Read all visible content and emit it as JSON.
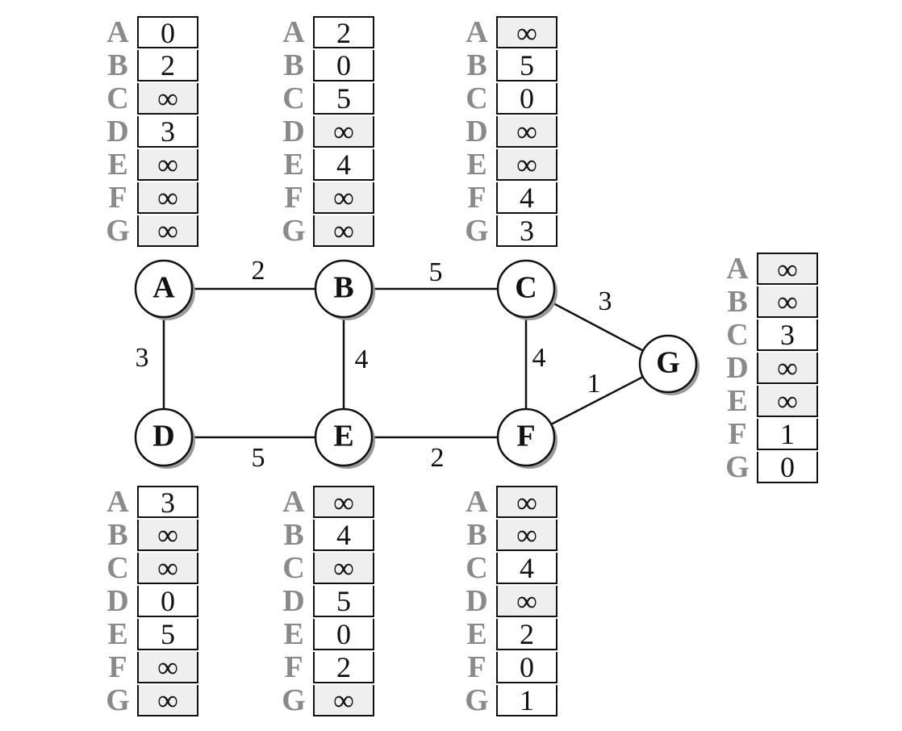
{
  "nodes": [
    {
      "id": "A",
      "label": "A"
    },
    {
      "id": "B",
      "label": "B"
    },
    {
      "id": "C",
      "label": "C"
    },
    {
      "id": "D",
      "label": "D"
    },
    {
      "id": "E",
      "label": "E"
    },
    {
      "id": "F",
      "label": "F"
    },
    {
      "id": "G",
      "label": "G"
    }
  ],
  "edges": [
    {
      "from": "A",
      "to": "B",
      "weight": "2"
    },
    {
      "from": "B",
      "to": "C",
      "weight": "5"
    },
    {
      "from": "A",
      "to": "D",
      "weight": "3"
    },
    {
      "from": "B",
      "to": "E",
      "weight": "4"
    },
    {
      "from": "C",
      "to": "F",
      "weight": "4"
    },
    {
      "from": "D",
      "to": "E",
      "weight": "5"
    },
    {
      "from": "E",
      "to": "F",
      "weight": "2"
    },
    {
      "from": "C",
      "to": "G",
      "weight": "3"
    },
    {
      "from": "F",
      "to": "G",
      "weight": "1"
    }
  ],
  "row_labels": [
    "A",
    "B",
    "C",
    "D",
    "E",
    "F",
    "G"
  ],
  "distance_vectors": [
    {
      "node": "A",
      "values": [
        "0",
        "2",
        "∞",
        "3",
        "∞",
        "∞",
        "∞"
      ]
    },
    {
      "node": "B",
      "values": [
        "2",
        "0",
        "5",
        "∞",
        "4",
        "∞",
        "∞"
      ]
    },
    {
      "node": "C",
      "values": [
        "∞",
        "5",
        "0",
        "∞",
        "∞",
        "4",
        "3"
      ]
    },
    {
      "node": "G",
      "values": [
        "∞",
        "∞",
        "3",
        "∞",
        "∞",
        "1",
        "0"
      ]
    },
    {
      "node": "D",
      "values": [
        "3",
        "∞",
        "∞",
        "0",
        "5",
        "∞",
        "∞"
      ]
    },
    {
      "node": "E",
      "values": [
        "∞",
        "4",
        "∞",
        "5",
        "0",
        "2",
        "∞"
      ]
    },
    {
      "node": "F",
      "values": [
        "∞",
        "∞",
        "4",
        "∞",
        "2",
        "0",
        "1"
      ]
    }
  ],
  "colors": {
    "line": "#111111",
    "label_gray": "#8a8a8a",
    "infinity_cell": "#efefef",
    "node_fill": "#ffffff",
    "node_shadow": "#9a9a9a"
  }
}
